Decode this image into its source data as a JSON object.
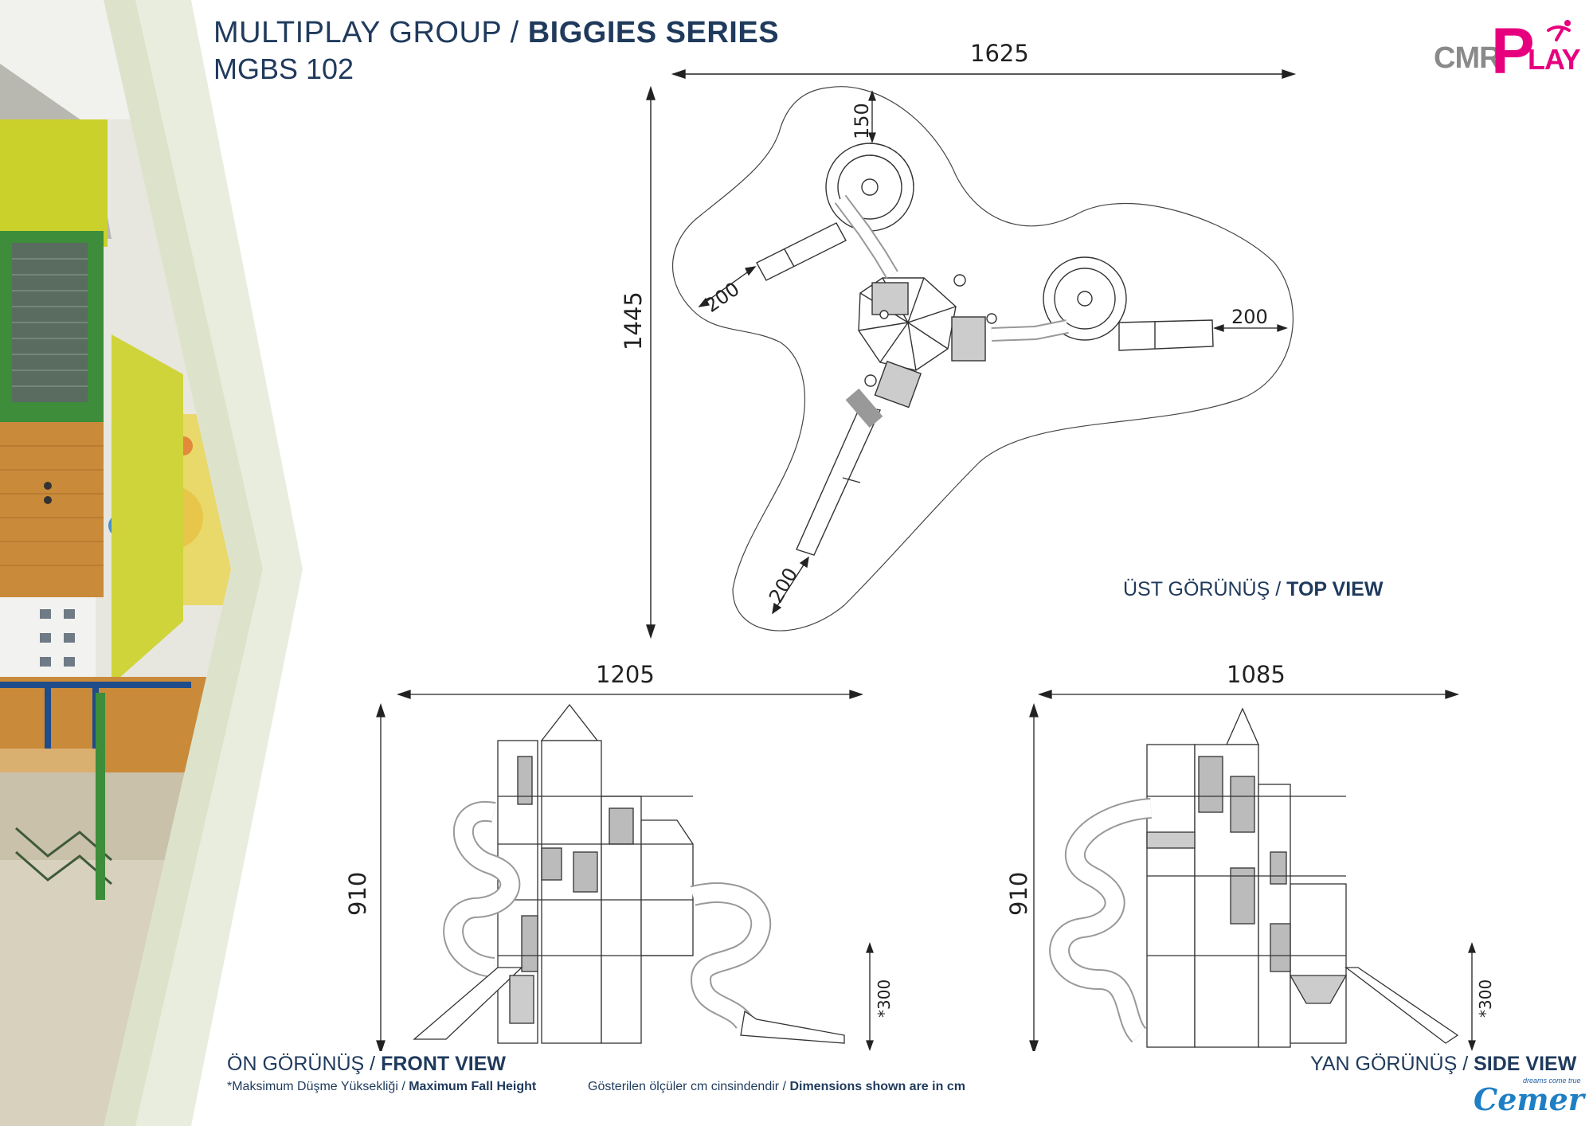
{
  "header": {
    "title_prefix": "MULTIPLAY GROUP / ",
    "title_bold": "BIGGIES SERIES",
    "model": "MGBS 102"
  },
  "logo": {
    "cmr": "CMR",
    "p": "P",
    "lay": "LAY",
    "brand_color": "#e6007e",
    "cemer": "Cemer",
    "cemer_tagline": "dreams come true",
    "icon": "running-person-icon"
  },
  "top_view": {
    "width": "1625",
    "depth": "1445",
    "slide_clearance_a": "200",
    "slide_clearance_b": "200",
    "slide_clearance_c": "200",
    "tower_clearance": "150",
    "label_tr": "ÜST GÖRÜNÜŞ / ",
    "label_en": "TOP VIEW"
  },
  "front_view": {
    "width": "1205",
    "height": "910",
    "fall_height": "*300",
    "label_tr": "ÖN GÖRÜNÜŞ / ",
    "label_en": "FRONT VIEW"
  },
  "side_view": {
    "width": "1085",
    "height": "910",
    "fall_height": "*300",
    "label_tr": "YAN GÖRÜNÜŞ / ",
    "label_en": "SIDE VIEW"
  },
  "notes": {
    "fall_tr": "*Maksimum Düşme Yüksekliği / ",
    "fall_en": "Maximum Fall Height",
    "units_tr": "Gösterilen ölçüler cm cinsindendir / ",
    "units_en": "Dimensions shown are in cm"
  },
  "colors": {
    "navy": "#1f3a5c",
    "sage": "#c9d2b1",
    "sage_light": "#dde3cb",
    "photo_yellow": "#c9cf2a",
    "photo_green": "#3d8d3a",
    "photo_wood": "#c98a3a"
  }
}
